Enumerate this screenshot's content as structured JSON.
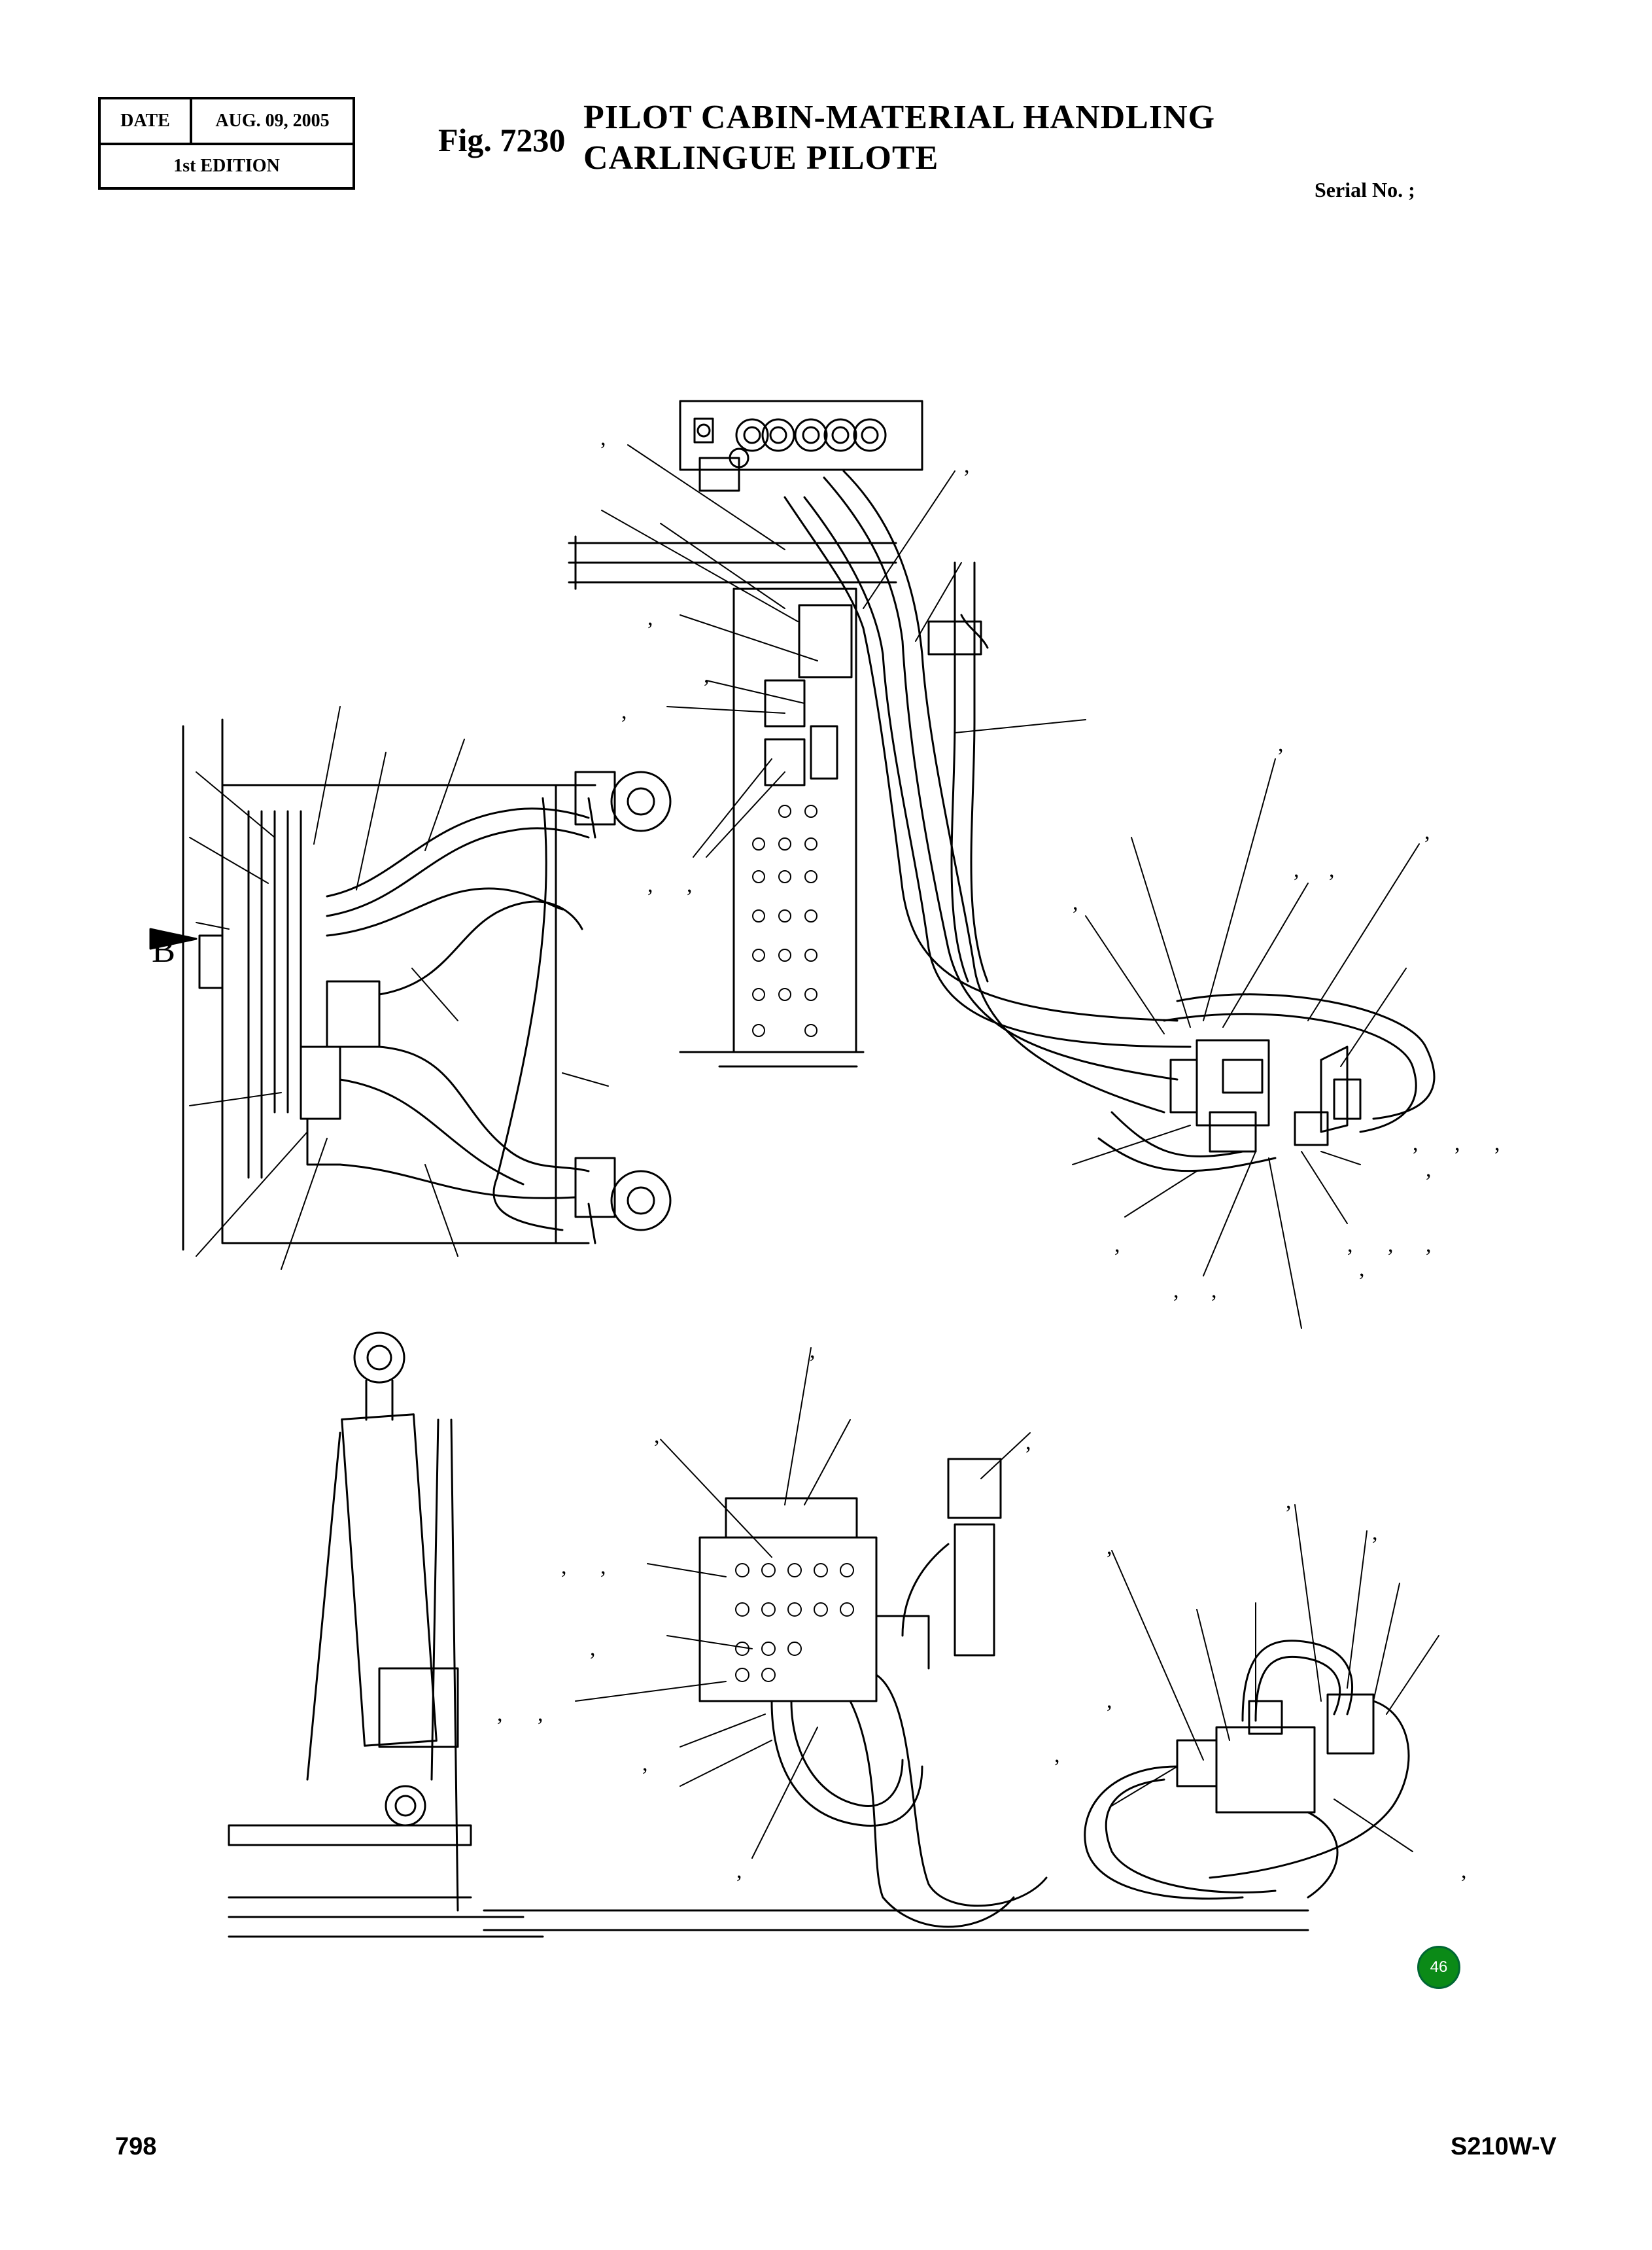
{
  "header": {
    "date_label": "DATE",
    "date_value": "AUG. 09, 2005",
    "edition": "1st EDITION",
    "fig_label": "Fig. 7230",
    "title_en": "PILOT CABIN-MATERIAL HANDLING",
    "title_fr": "CARLINGUE PILOTE",
    "serial_label": "Serial No. ;"
  },
  "drawing": {
    "view_label": "B",
    "callout_mark": ","
  },
  "footer": {
    "page_number": "798",
    "model": "S210W-V"
  },
  "badge": {
    "number": "46",
    "color": "#0b8a17"
  }
}
